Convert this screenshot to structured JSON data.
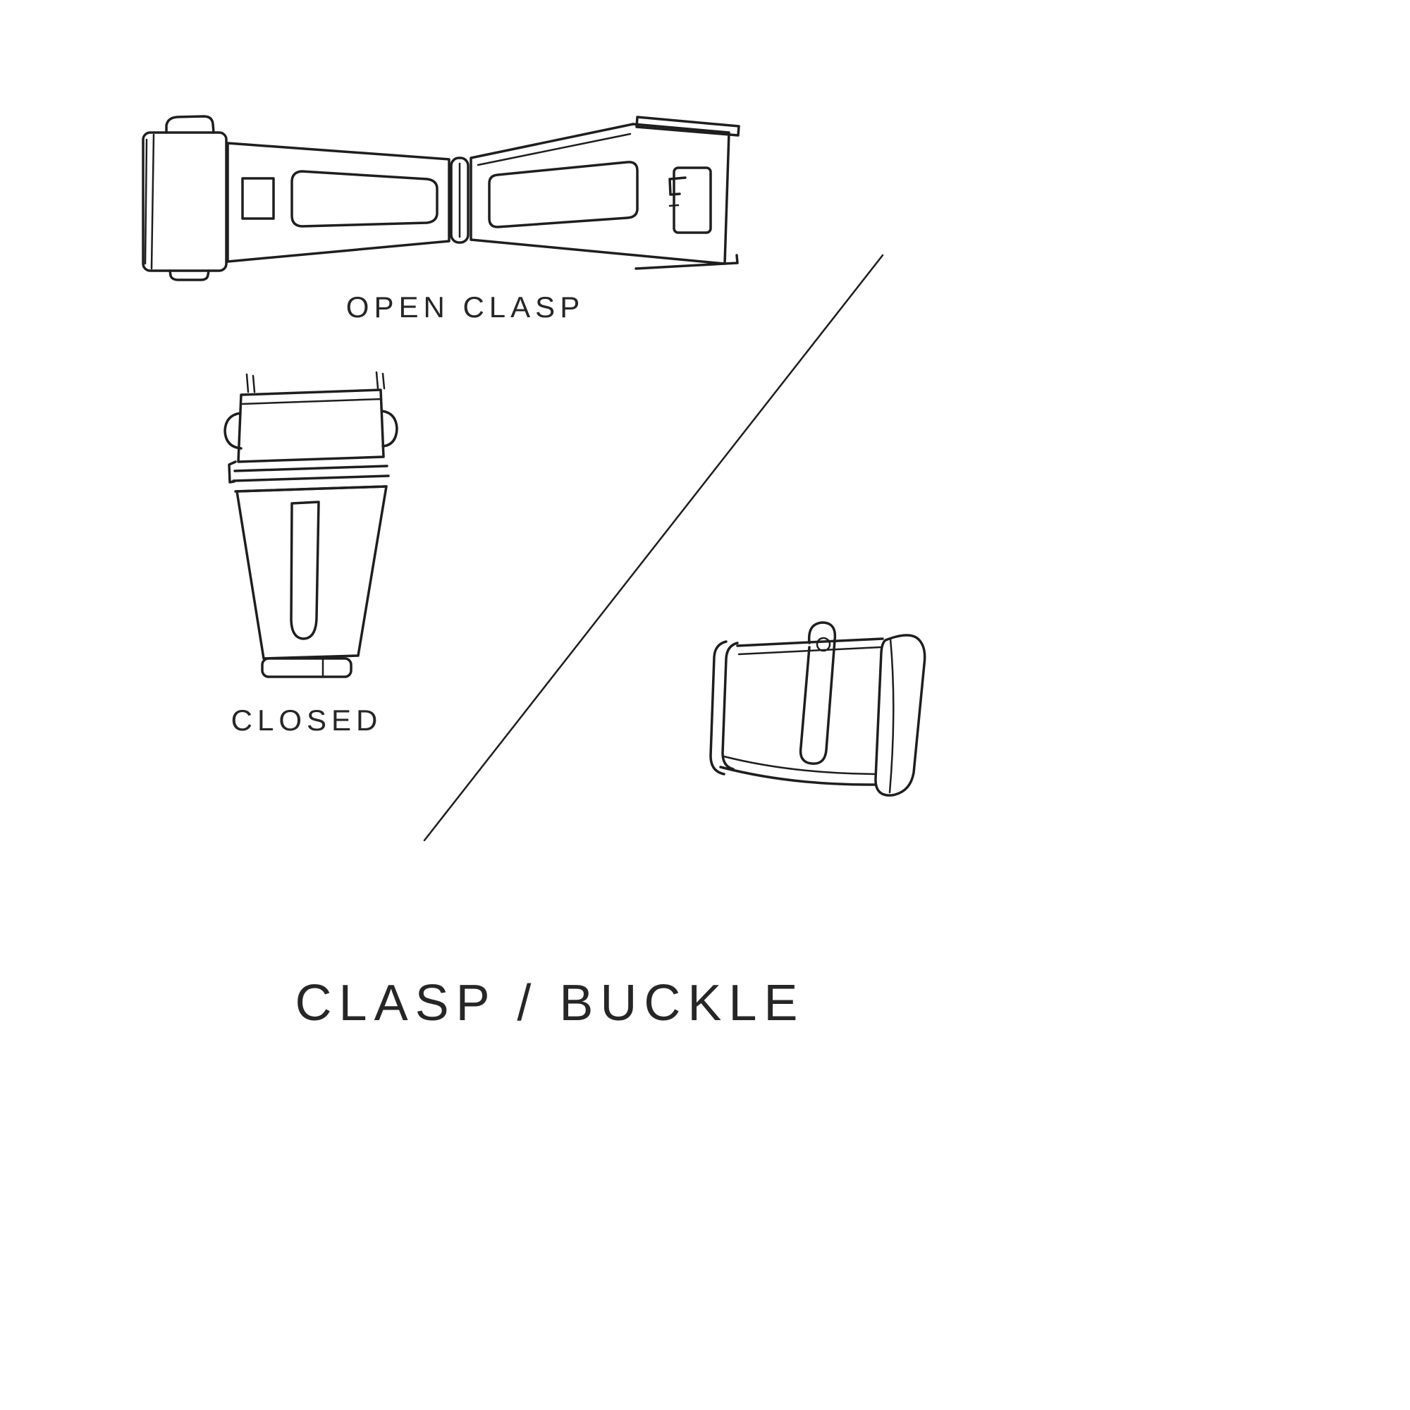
{
  "labels": {
    "open_clasp": "OPEN CLASP",
    "closed": "CLOSED",
    "title": "CLASP / BUCKLE"
  },
  "figures": {
    "open_clasp_illustration": "open watch deployant clasp, top view line drawing",
    "closed_clasp_illustration": "closed watch clasp, top view line drawing",
    "buckle_illustration": "watch tang buckle, perspective line drawing",
    "divider": "diagonal separator line"
  },
  "colors": {
    "line": "#1e1e1e",
    "text": "#262626",
    "background": "#ffffff"
  }
}
